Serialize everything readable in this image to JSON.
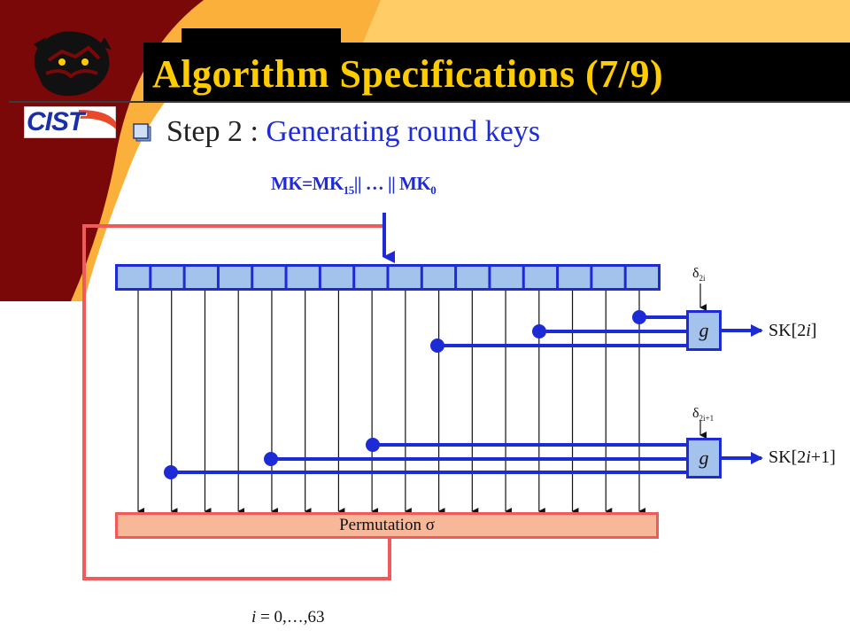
{
  "header": {
    "title": "Algorithm Specifications (7/9)",
    "logo_text": "CIST",
    "emblem_icon": "tiger-head-icon"
  },
  "content": {
    "step_label": "Step 2",
    "step_separator": ":",
    "step_desc": "Generating round keys"
  },
  "diagram": {
    "mk_prefix": "MK=MK",
    "mk_sub_first": "15",
    "mk_mid": "|| … || MK",
    "mk_sub_last": "0",
    "register_cells": 16,
    "permutation_label": "Permutation σ",
    "g_label": "g",
    "delta_symbol": "δ",
    "delta1_sub": "2i",
    "delta2_sub": "2i+1",
    "sk1_prefix": "SK[2",
    "sk1_var": "i",
    "sk1_suffix": "]",
    "sk2_prefix": "SK[2",
    "sk2_var": "i",
    "sk2_suffix": "+1]",
    "iter_var": "i",
    "iter_range": " = 0,…,63"
  },
  "colors": {
    "background_dark_red": "#7a0808",
    "accent_orange": "#fbb03b",
    "accent_yellow": "#ffcc66",
    "title_yellow": "#ffcc00",
    "wire_blue": "#1d2bd6",
    "cell_fill": "#a3c3ec",
    "feedback_red": "#f25a5a",
    "perm_fill": "#f7b89a"
  }
}
